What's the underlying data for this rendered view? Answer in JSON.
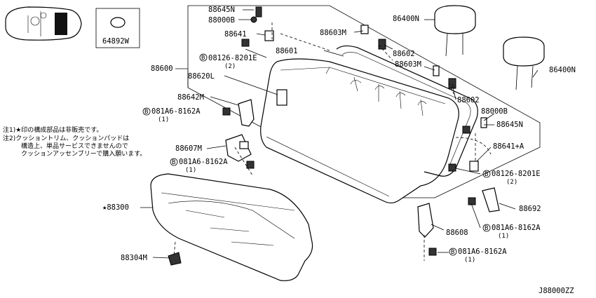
{
  "diagram_id": "J88000ZZ",
  "labels": {
    "p64892w": "64892W",
    "p88645n_a": "88645N",
    "p88000b_a": "88000B",
    "p88641": "88641",
    "p08126_a": "08126-8201E",
    "qty2": "(2)",
    "qty1": "(1)",
    "p88601": "88601",
    "p88600": "88600",
    "p88620l": "88620L",
    "p88642m": "88642M",
    "p081a6": "081A6-8162A",
    "p88607m": "88607M",
    "p88300": "★88300",
    "p88304m": "88304M",
    "p88603m": "88603M",
    "p88602": "88602",
    "p86400n": "86400N",
    "p88000b": "88000B",
    "p88645n": "88645N",
    "p88641a": "88641+A",
    "p08126": "08126-8201E",
    "p88692": "88692",
    "p88608": "88608"
  },
  "notes": {
    "n1": "注1)★印の構成部品は非販売です。",
    "n2a": "注2)クッショントリム、クッションパッドは",
    "n2b": "構造上、単品サービスできませんので",
    "n2c": "クッションアッセンブリーで購入願います。"
  }
}
